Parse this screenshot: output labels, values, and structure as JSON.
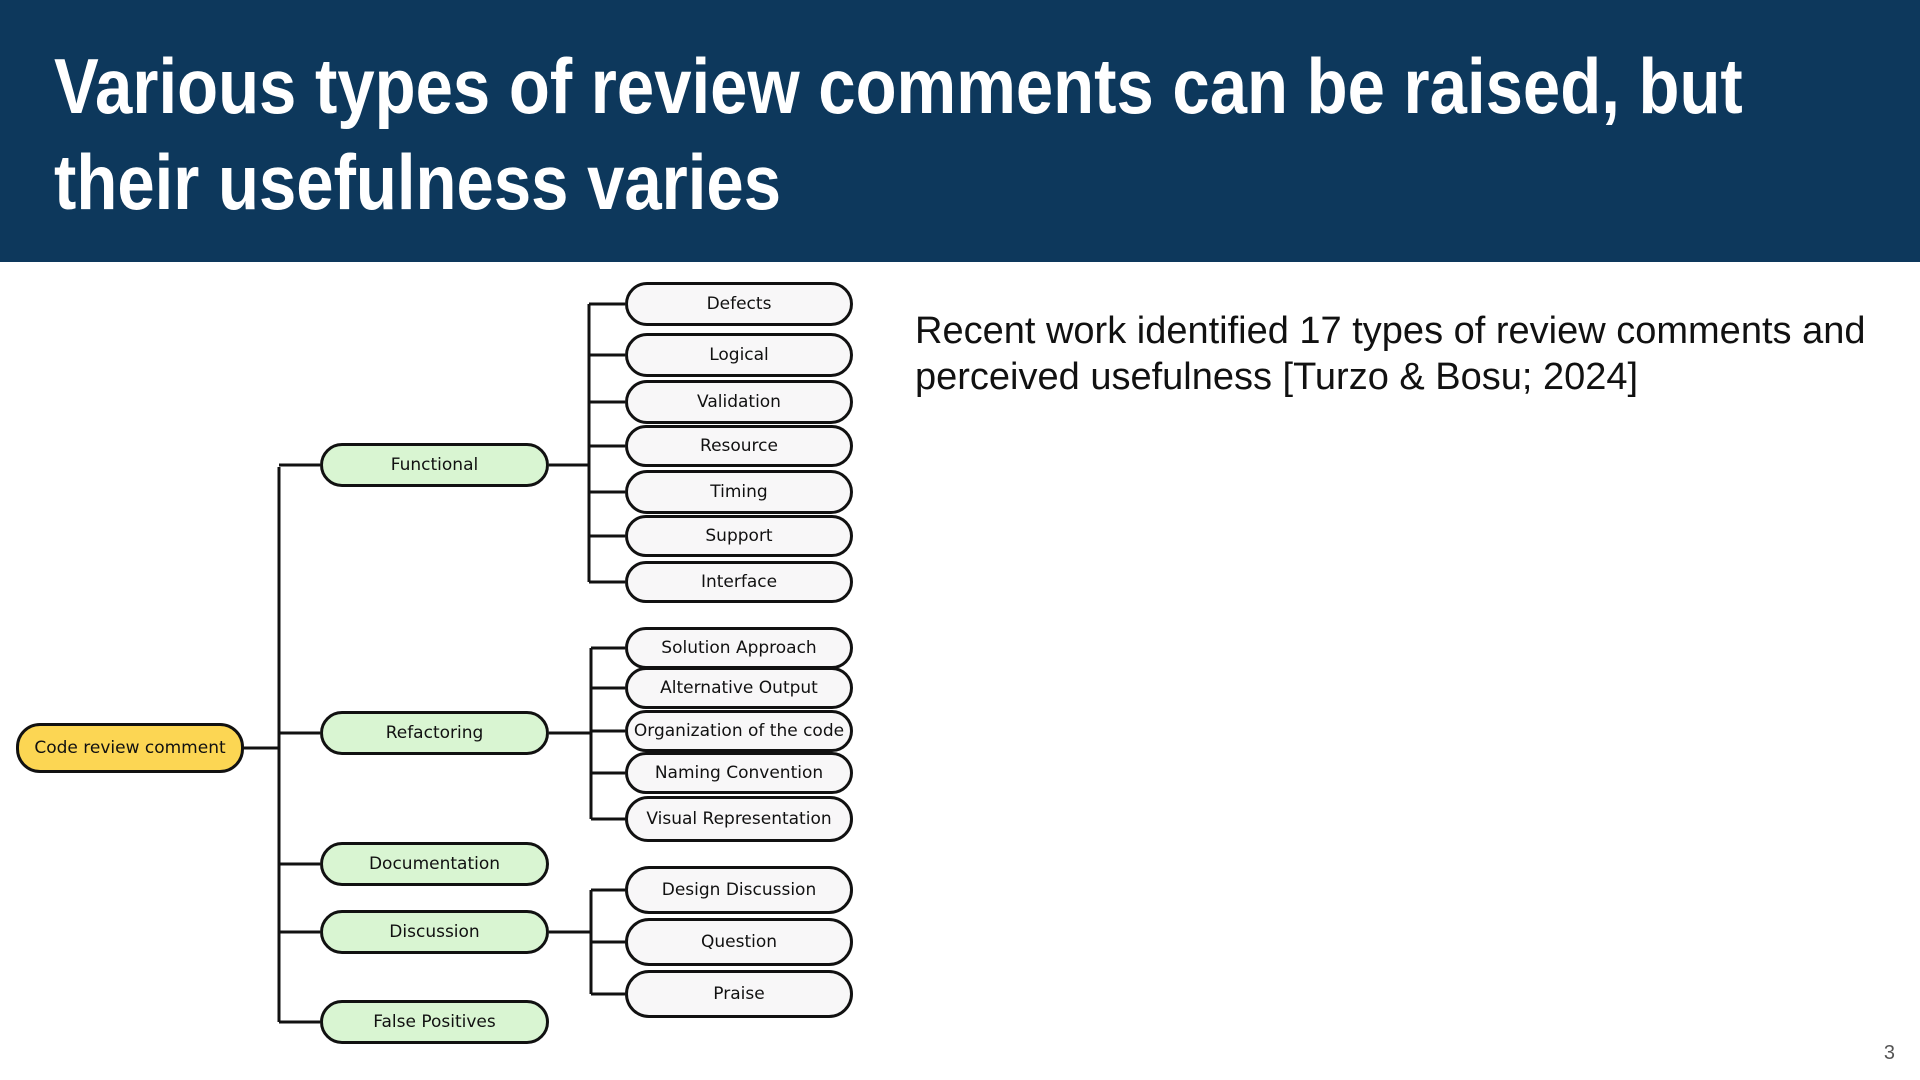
{
  "title": {
    "line1": "Various types of review comments can be raised, but",
    "line2": "their usefulness varies"
  },
  "body_text": "Recent work identified 17 types of review comments and perceived usefulness [Turzo & Bosu; 2024]",
  "page_number": "3",
  "colors": {
    "header_bg": "#0d385c",
    "root_fill": "#fcd653",
    "category_fill": "#d9f5d2",
    "leaf_fill": "#f8f7f8"
  },
  "diagram": {
    "root": "Code review comment",
    "categories": [
      {
        "label": "Functional",
        "children": [
          "Defects",
          "Logical",
          "Validation",
          "Resource",
          "Timing",
          "Support",
          "Interface"
        ]
      },
      {
        "label": "Refactoring",
        "children": [
          "Solution Approach",
          "Alternative Output",
          "Organization of the code",
          "Naming Convention",
          "Visual Representation"
        ]
      },
      {
        "label": "Documentation",
        "children": []
      },
      {
        "label": "Discussion",
        "children": [
          "Design Discussion",
          "Question",
          "Praise"
        ]
      },
      {
        "label": "False Positives",
        "children": []
      }
    ]
  }
}
